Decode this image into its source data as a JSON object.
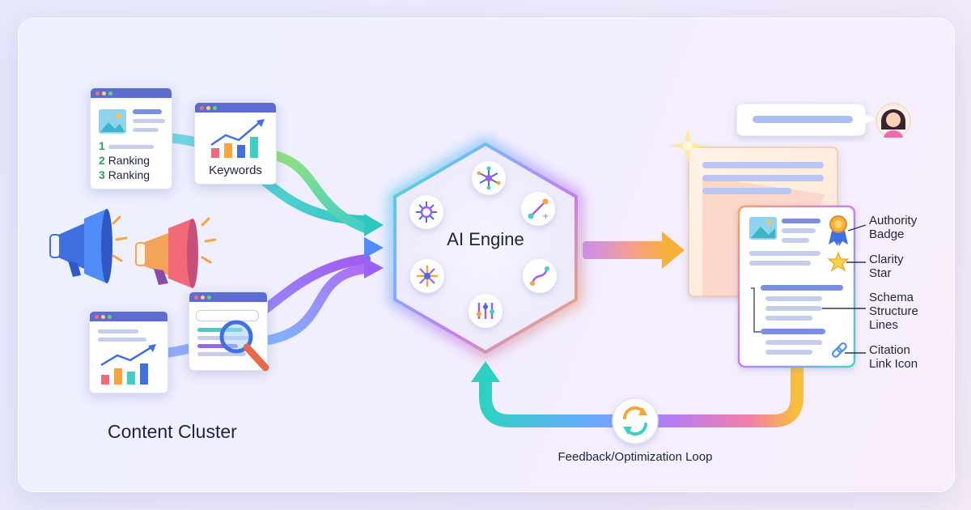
{
  "left_group": {
    "ranking_card": {
      "items": [
        {
          "num": "1",
          "label": ""
        },
        {
          "num": "2",
          "label": "Ranking"
        },
        {
          "num": "3",
          "label": "Ranking"
        }
      ]
    },
    "keywords_card": {
      "label": "Keywords"
    },
    "caption": "Content Cluster"
  },
  "center": {
    "title": "AI Engine"
  },
  "right_group": {
    "annotations": [
      {
        "line1": "Authority",
        "line2": "Badge"
      },
      {
        "line1": "Clarity",
        "line2": "Star"
      },
      {
        "line1": "Schema",
        "line2": "Structure",
        "line3": "Lines"
      },
      {
        "line1": "Citation",
        "line2": "Link Icon"
      }
    ]
  },
  "loop": {
    "label": "Feedback/Optimization Loop"
  },
  "icons": [
    "browser-window-icon",
    "bar-chart-icon",
    "megaphone-icon",
    "magnifier-icon",
    "neural-network-icon",
    "virus-node-icon",
    "connection-path-icon",
    "sliders-icon",
    "refresh-icon",
    "avatar-icon",
    "ribbon-badge-icon",
    "star-icon",
    "link-icon",
    "sparkle-icon"
  ],
  "colors": {
    "accent_blue": "#5c6ccf",
    "teal": "#3ed3c8",
    "purple": "#a864f0",
    "orange": "#f7a53a",
    "pink": "#f06ab0"
  }
}
